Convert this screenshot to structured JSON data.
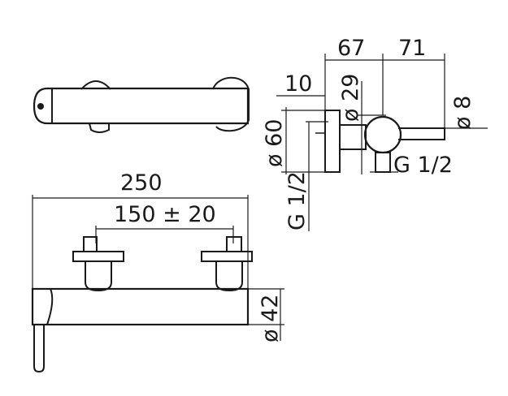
{
  "drawing": {
    "dims": {
      "d67": "67",
      "d71": "71",
      "d10": "10",
      "dia29": "ø 29",
      "dia60": "ø 60",
      "dia8": "ø 8",
      "g_right": "G 1/2",
      "g_left": "G 1/2",
      "d250": "250",
      "d150": "150 ± 20",
      "dia42": "ø 42"
    },
    "colors": {
      "line": "#1a1a1a",
      "background": "#ffffff"
    }
  }
}
